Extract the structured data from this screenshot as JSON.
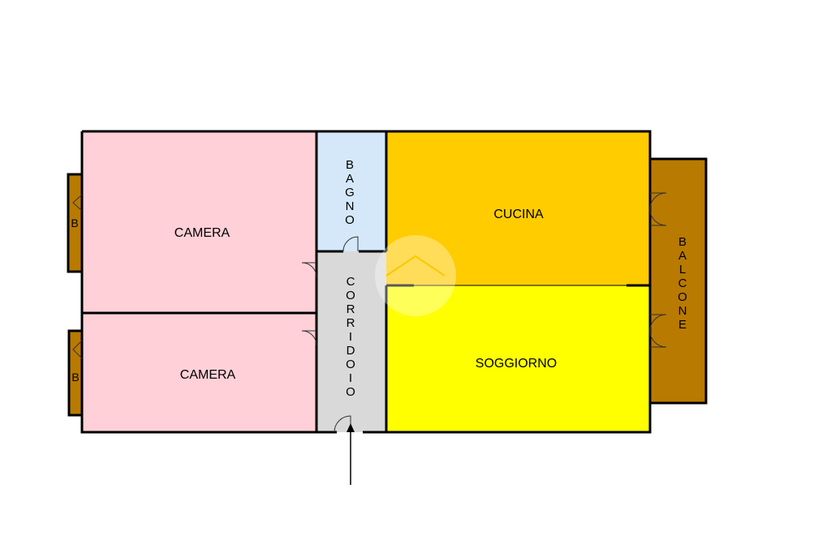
{
  "rooms": {
    "camera_top": {
      "label": "CAMERA",
      "color": "#FFD0D8"
    },
    "camera_bottom": {
      "label": "CAMERA",
      "color": "#FFD0D8"
    },
    "bagno": {
      "label": "BAGNO",
      "color": "#D4E8FA"
    },
    "corridoio": {
      "label": "CORRIDOIO",
      "color": "#D9D9D9"
    },
    "cucina": {
      "label": "CUCINA",
      "color": "#FFCC00"
    },
    "soggiorno": {
      "label": "SOGGIORNO",
      "color": "#FFFF00"
    },
    "balcone": {
      "label": "BALCONE",
      "color": "#B97A00"
    },
    "balcony_small_top": {
      "label": "B",
      "color": "#B97A00"
    },
    "balcony_small_bottom": {
      "label": "B",
      "color": "#B97A00"
    }
  },
  "icons": {
    "entrance": "arrow-up-icon",
    "watermark": "house-watermark-icon"
  }
}
